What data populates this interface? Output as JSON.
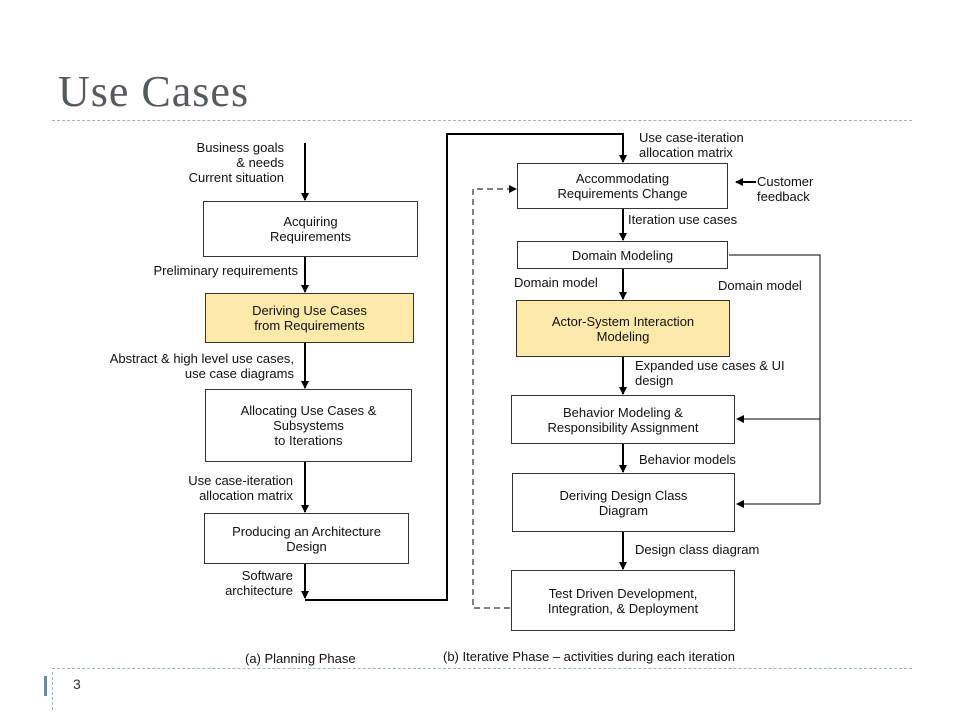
{
  "slide": {
    "title": "Use Cases",
    "page_number": "3"
  },
  "planning": {
    "inputs": "Business goals\n& needs\nCurrent situation",
    "box_acquiring": "Acquiring\nRequirements",
    "label_preliminary": "Preliminary requirements",
    "box_deriving": "Deriving Use Cases\nfrom Requirements",
    "label_abstract": "Abstract & high level use cases,\nuse case diagrams",
    "box_allocating": "Allocating Use Cases &\nSubsystems\nto Iterations",
    "label_iteration_matrix": "Use case-iteration\nallocation matrix",
    "box_architecture": "Producing an Architecture\nDesign",
    "label_software_arch": "Software\narchitecture",
    "caption": "(a) Planning Phase"
  },
  "iterative": {
    "label_iteration_matrix": "Use case-iteration\nallocation matrix",
    "box_accommodating": "Accommodating\nRequirements Change",
    "label_customer_feedback": "Customer\nfeedback",
    "label_iteration_use_cases": "Iteration use cases",
    "box_domain_modeling": "Domain Modeling",
    "label_domain_model_left": "Domain model",
    "label_domain_model_right": "Domain model",
    "box_actor_system": "Actor-System Interaction\nModeling",
    "label_expanded": "Expanded use cases & UI\ndesign",
    "box_behavior": "Behavior Modeling &\nResponsibility Assignment",
    "label_behavior_models": "Behavior models",
    "box_design_class": "Deriving Design Class\nDiagram",
    "label_design_class_diagram": "Design class diagram",
    "box_tdd": "Test Driven Development,\nIntegration, & Deployment",
    "caption": "(b) Iterative Phase – activities during each iteration"
  },
  "colors": {
    "highlight_box": "#fde9aa",
    "title_text": "#555a61",
    "divider": "#9bb3c4"
  }
}
